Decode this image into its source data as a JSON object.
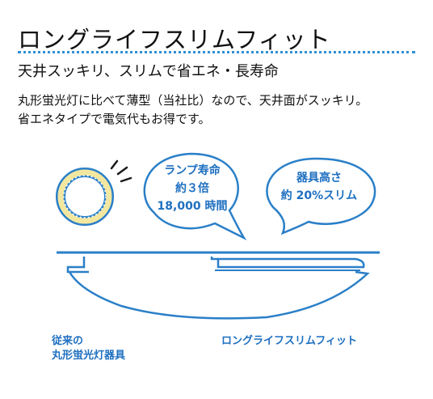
{
  "heading": {
    "title": "ロングライフスリムフィット",
    "subtitle": "天井スッキリ、スリムで省エネ・長寿命"
  },
  "description": {
    "line1": "丸形蛍光灯に比べて薄型（当社比）なので、天井面がスッキリ。",
    "line2": "省エネタイプで電気代もお得です。"
  },
  "bubbles": {
    "lifespan": {
      "line1": "ランプ寿命",
      "line2": "約３倍",
      "line3": "18,000 時間"
    },
    "height": {
      "line1": "器具高さ",
      "line2": "約 20%スリム"
    }
  },
  "captions": {
    "conventional_line1": "従来の",
    "conventional_line2": "丸形蛍光灯器具",
    "new": "ロングライフスリムフィット"
  },
  "colors": {
    "accent_blue": "#2a7fc8",
    "text_blue": "#1e6fc0",
    "lamp_yellow": "#f3e7a0"
  },
  "icons": {
    "lamp": "circular-fluorescent-lamp-icon",
    "glow": "light-rays-icon"
  }
}
